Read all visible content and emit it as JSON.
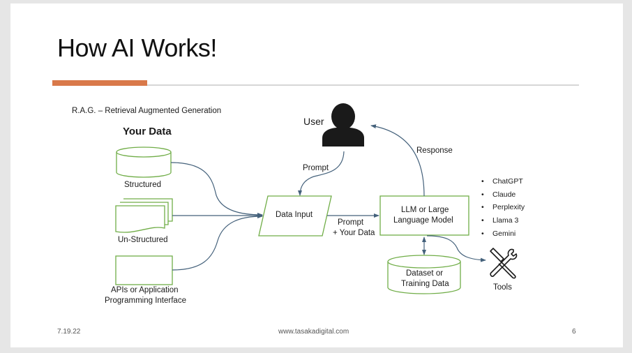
{
  "slide": {
    "title": "How AI Works!",
    "subtitle": "R.A.G. – Retrieval Augmented Generation",
    "accent_color": "#d9794a",
    "shape_outline_color": "#70ad47",
    "arrow_color": "#44617b"
  },
  "diagram": {
    "your_data_heading": "Your Data",
    "sources": [
      {
        "label": "Structured",
        "icon": "database-cylinder-icon"
      },
      {
        "label": "Un-Structured",
        "icon": "multiple-documents-icon"
      },
      {
        "label_line1": "APIs or Application",
        "label_line2": "Programming Interface",
        "icon": "rectangle-process-icon"
      }
    ],
    "user_label": "User",
    "user_icon": "person-silhouette-icon",
    "prompt_label": "Prompt",
    "data_input_label": "Data Input",
    "prompt_your_data_line1": "Prompt",
    "prompt_your_data_line2": "+ Your Data",
    "llm_label_line1": "LLM or Large",
    "llm_label_line2": "Language Model",
    "response_label": "Response",
    "dataset_label_line1": "Dataset or",
    "dataset_label_line2": "Training Data",
    "tools_label": "Tools",
    "tools_icon": "wrench-screwdriver-icon",
    "models": [
      "ChatGPT",
      "Claude",
      "Perplexity",
      "Llama 3",
      "Gemini"
    ]
  },
  "footer": {
    "date": "7.19.22",
    "website": "www.tasakadigital.com",
    "page_number": "6"
  }
}
